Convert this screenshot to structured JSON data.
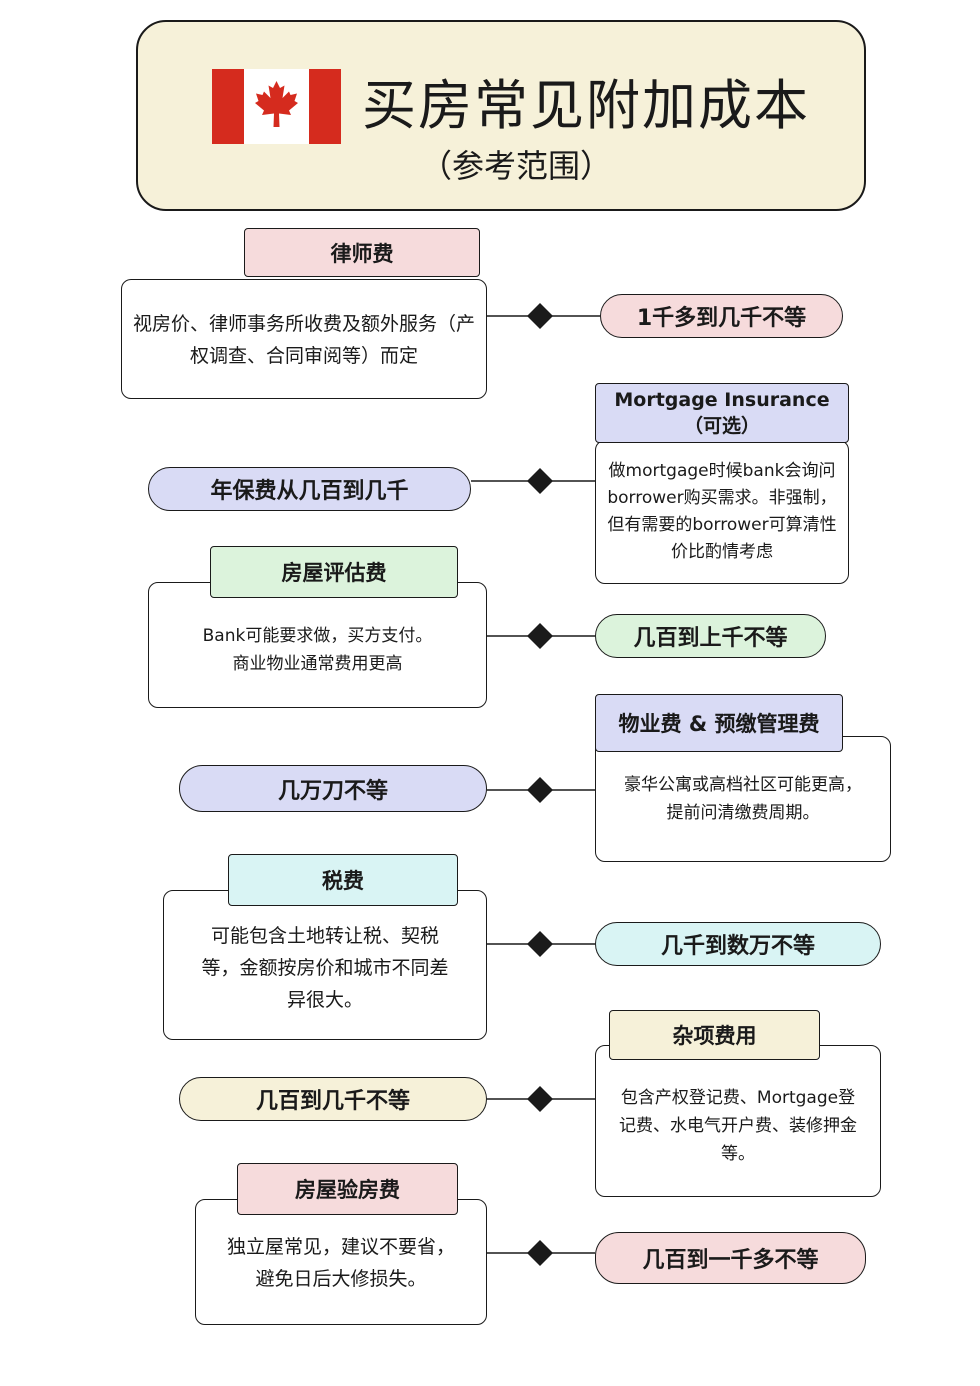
{
  "title": "买房常见附加成本",
  "subtitle": "（参考范围）",
  "icons": {
    "flag": "canada-flag-icon",
    "connector": "diamond-connector-icon"
  },
  "colors": {
    "flag_red": "#d52b1e",
    "pink": "#f6dbdc",
    "lavender": "#d9dbf5",
    "green": "#dcf3dc",
    "cyan": "#d9f4f4",
    "cream": "#f6f1d9",
    "outline": "#1a1a1a"
  },
  "items": [
    {
      "title": "律师费",
      "description": "视房价、律师事务所收费及额外服务（产权调查、合同审阅等）而定",
      "range": "1千多到几千不等"
    },
    {
      "title": "Mortgage Insurance",
      "title_note": "（可选）",
      "description": "做mortgage时候bank会询问borrower购买需求。非强制，但有需要的borrower可算清性价比酌情考虑",
      "range": "年保费从几百到几千"
    },
    {
      "title": "房屋评估费",
      "description": "Bank可能要求做，买方支付。商业物业通常费用更高",
      "range": "几百到上千不等"
    },
    {
      "title": "物业费 & 预缴管理费",
      "description": "豪华公寓或高档社区可能更高，提前问清缴费周期。",
      "range": "几万刀不等"
    },
    {
      "title": "税费",
      "description": "可能包含土地转让税、契税等，金额按房价和城市不同差异很大。",
      "range": "几千到数万不等"
    },
    {
      "title": "杂项费用",
      "description": "包含产权登记费、Mortgage登记费、水电气开户费、装修押金等。",
      "range": "几百到几千不等"
    },
    {
      "title": "房屋验房费",
      "description": "独立屋常见，建议不要省，避免日后大修损失。",
      "range": "几百到一千多不等"
    }
  ]
}
